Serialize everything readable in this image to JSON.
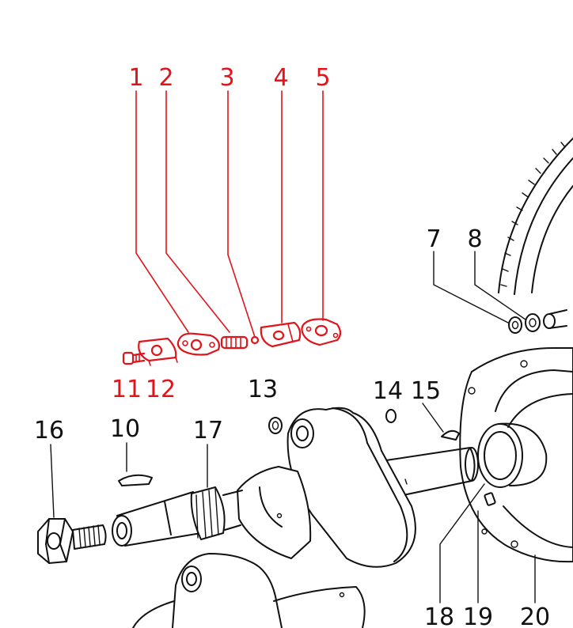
{
  "diagram": {
    "colors": {
      "highlight": "#e0141b",
      "ink": "#111111",
      "background": "#ffffff"
    },
    "callouts": {
      "c1": "1",
      "c2": "2",
      "c3": "3",
      "c4": "4",
      "c5": "5",
      "c7": "7",
      "c8": "8",
      "c10": "10",
      "c11": "11",
      "c12": "12",
      "c13": "13",
      "c14": "14",
      "c15": "15",
      "c16": "16",
      "c17": "17",
      "c18": "18",
      "c19": "19",
      "c20": "20"
    }
  }
}
